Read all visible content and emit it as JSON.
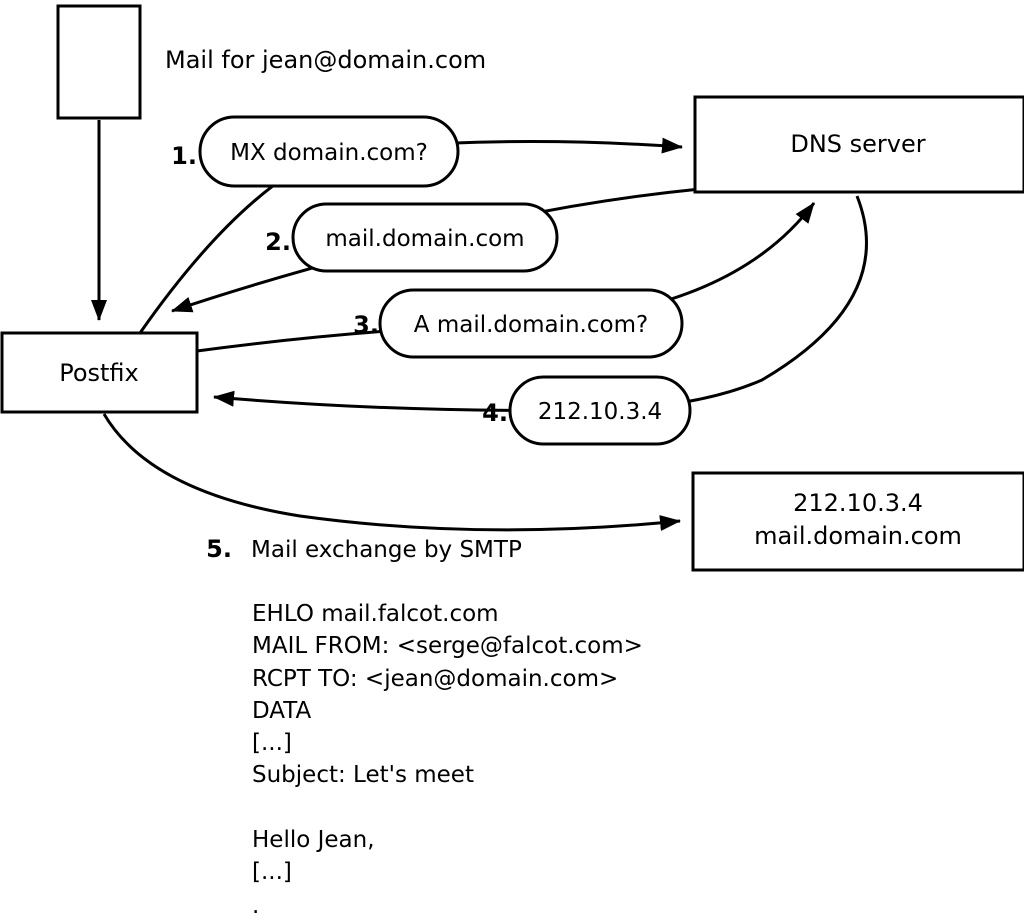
{
  "header": {
    "mail_label": "Mail for jean@domain.com"
  },
  "nodes": {
    "postfix": "Postfix",
    "dns_server": "DNS server",
    "target_ip": "212.10.3.4",
    "target_host": "mail.domain.com"
  },
  "steps": {
    "s1": {
      "num": "1.",
      "label": "MX domain.com?"
    },
    "s2": {
      "num": "2.",
      "label": "mail.domain.com"
    },
    "s3": {
      "num": "3.",
      "label": "A mail.domain.com?"
    },
    "s4": {
      "num": "4.",
      "label": "212.10.3.4"
    },
    "s5": {
      "num": "5.",
      "label": "Mail exchange by SMTP"
    }
  },
  "smtp": {
    "lines": [
      "EHLO mail.falcot.com",
      "MAIL FROM: <serge@falcot.com>",
      "RCPT TO: <jean@domain.com>",
      "DATA",
      "[...]",
      "Subject: Let's meet",
      "Hello Jean,",
      "[...]",
      "."
    ]
  },
  "colors": {
    "stroke": "#000000",
    "fill": "#ffffff",
    "text": "#000000"
  }
}
